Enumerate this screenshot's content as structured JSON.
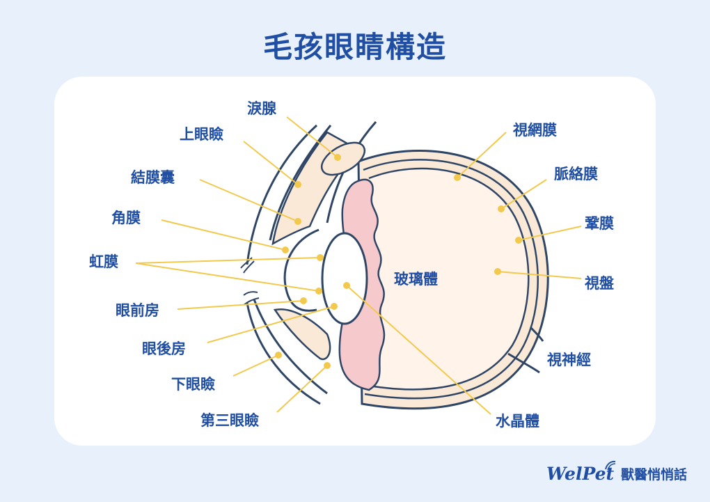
{
  "title": "毛孩眼睛構造",
  "labels": {
    "lacrimal_gland": "淚腺",
    "upper_eyelid": "上眼瞼",
    "conjunctival_sac": "結膜囊",
    "cornea": "角膜",
    "iris": "虹膜",
    "anterior_chamber": "眼前房",
    "posterior_chamber": "眼後房",
    "lower_eyelid": "下眼瞼",
    "third_eyelid": "第三眼瞼",
    "retina": "視網膜",
    "choroid": "脈絡膜",
    "sclera": "鞏膜",
    "optic_disc": "視盤",
    "optic_nerve": "視神經",
    "vitreous_body": "玻璃體",
    "lens": "水晶體"
  },
  "footer": {
    "brand": "WelPet",
    "brand_cn": "獸醫悄悄話"
  },
  "colors": {
    "background": "#e8f0fb",
    "card": "#ffffff",
    "label_text": "#1f4ea3",
    "outline": "#2e4565",
    "leader_line": "#f2c94c",
    "tissue_fill": "#fbe9d7",
    "vitreous_fill": "#fff3ea",
    "pink_layer": "#f6c9cc"
  }
}
